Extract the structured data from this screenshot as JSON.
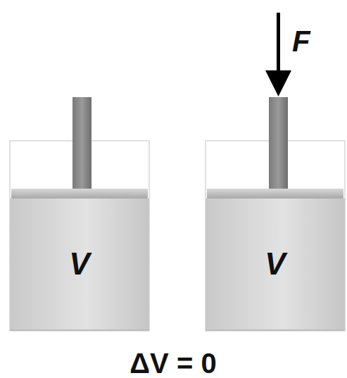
{
  "diagram": {
    "nodes": [
      {
        "text": [
          "V"
        ]
      },
      {
        "text": [
          "V"
        ]
      }
    ],
    "labels": [
      "F",
      "ΔV = 0"
    ]
  }
}
